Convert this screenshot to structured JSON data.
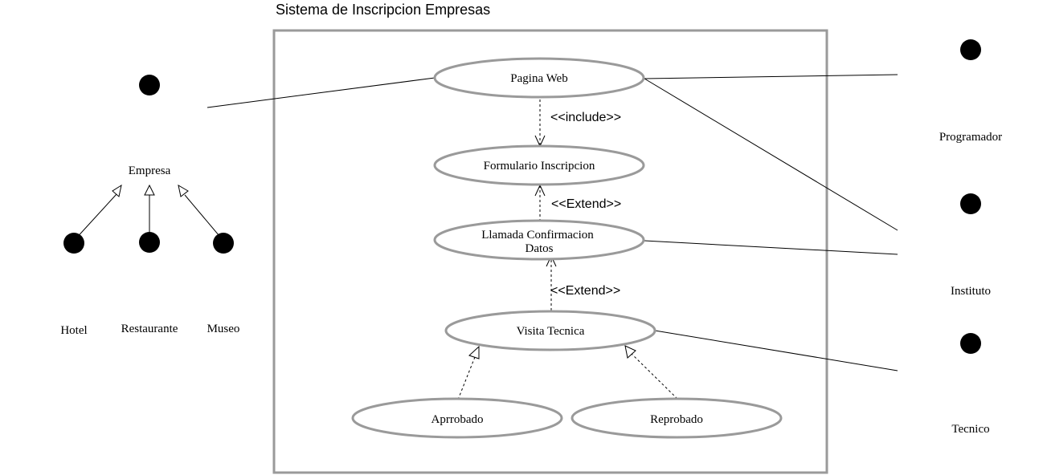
{
  "system": {
    "title": "Sistema de Inscripcion Empresas"
  },
  "use_cases": {
    "pagina_web": "Pagina Web",
    "formulario": "Formulario Inscripcion",
    "llamada_line1": "Llamada Confirmacion",
    "llamada_line2": "Datos",
    "visita": "Visita Tecnica",
    "aprobado": "Aprrobado",
    "reprobado": "Reprobado"
  },
  "actors": {
    "empresa": "Empresa",
    "hotel": "Hotel",
    "restaurante": "Restaurante",
    "museo": "Museo",
    "programador": "Programador",
    "instituto": "Instituto",
    "tecnico": "Tecnico"
  },
  "relations": {
    "include": "<<include>>",
    "extend_1": "<<Extend>>",
    "extend_2": "<<Extend>>"
  },
  "colors": {
    "actor": "#6674ee",
    "boundary": "#9a9a9a",
    "use_case_border": "#9a9a9a"
  }
}
